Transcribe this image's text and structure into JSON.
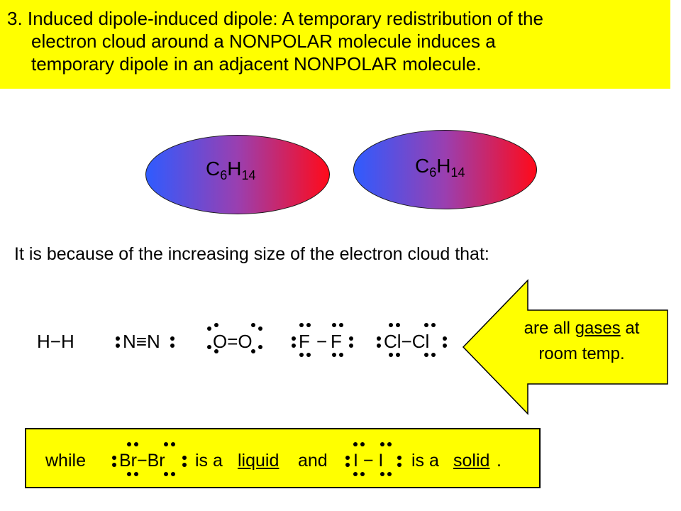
{
  "header": {
    "line1": "3. Induced dipole-induced dipole: A temporary redistribution of the",
    "line2": "electron cloud around a NONPOLAR molecule induces a",
    "line3": "temporary dipole in an adjacent NONPOLAR molecule."
  },
  "molecules_top": [
    {
      "base": "C",
      "sub1": "6",
      "mid": "H",
      "sub2": "14"
    },
    {
      "base": "C",
      "sub1": "6",
      "mid": "H",
      "sub2": "14"
    }
  ],
  "sentence": "It is because of the increasing size of the electron cloud that:",
  "diatomics": {
    "hh": "H−H",
    "nn": "N≡N",
    "oo": "O=O",
    "ff_left": "F",
    "ff_bond": "−",
    "ff_right": "F",
    "clcl": "Cl−Cl"
  },
  "arrow": {
    "line1_pre": "are all ",
    "line1_u": "gases",
    "line1_post": " at",
    "line2": "room temp."
  },
  "bottom": {
    "while": "while",
    "brbr": "Br−Br",
    "is_a": "is a",
    "liquid": "liquid",
    "and": "and",
    "ii": "I − I",
    "is_a2": "is a",
    "solid": "solid",
    "period": "."
  },
  "colors": {
    "highlight": "#ffff00",
    "oval_left": "#2f5bff",
    "oval_right": "#ff0a1a"
  }
}
